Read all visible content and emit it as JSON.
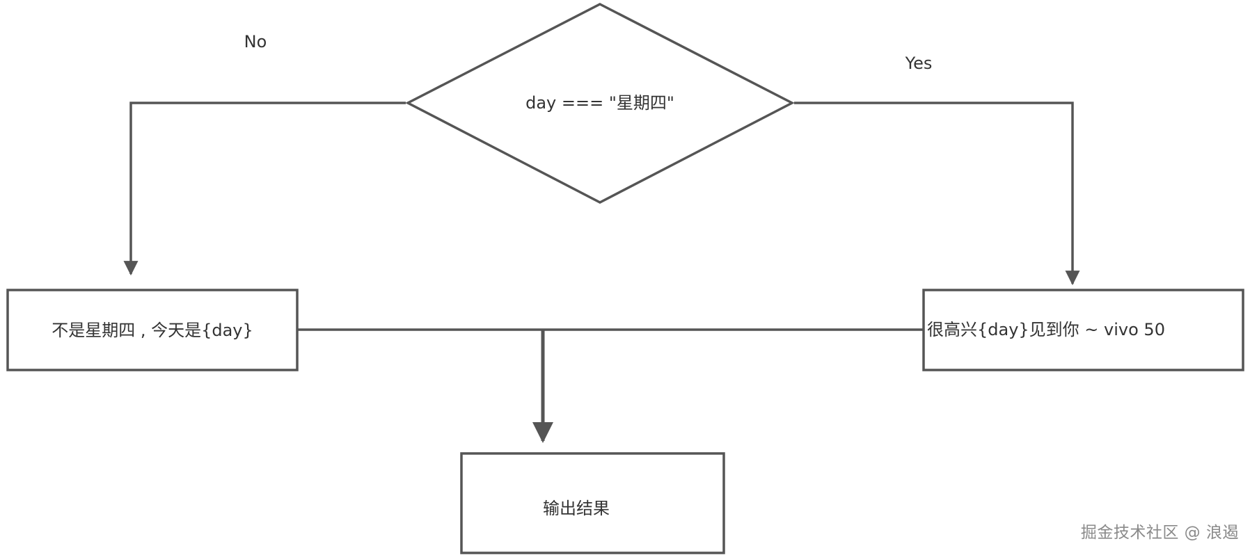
{
  "decision": {
    "text": "day === \"星期四\""
  },
  "branches": {
    "no_label": "No",
    "yes_label": "Yes"
  },
  "boxes": {
    "no_result": "不是星期四 , 今天是{day}",
    "yes_result": "很高兴{day}见到你 ~ vivo 50",
    "output": "输出结果"
  },
  "watermark": "掘金技术社区 @ 浪遏",
  "colors": {
    "stroke": "#555555",
    "text": "#333333"
  }
}
